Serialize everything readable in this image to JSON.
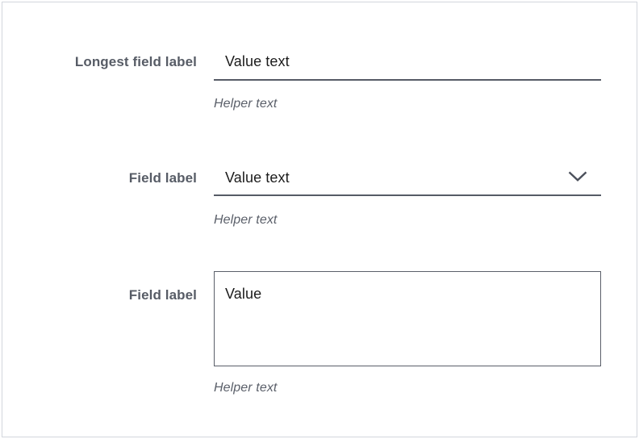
{
  "form": {
    "accent_colors": {
      "frame_border": "#d3d6dd",
      "label_text": "#575c66",
      "value_text": "#1c1c1c",
      "helper_text": "#5b606a",
      "input_line": "#565b66",
      "textarea_border": "#5a5f69"
    },
    "fields": [
      {
        "type": "text-input",
        "label": "Longest field label",
        "value": "Value text",
        "helper": "Helper text"
      },
      {
        "type": "select",
        "label": "Field label",
        "value": "Value text",
        "helper": "Helper text",
        "icon": "chevron-down-icon"
      },
      {
        "type": "textarea",
        "label": "Field label",
        "value": "Value",
        "helper": "Helper text"
      }
    ]
  }
}
